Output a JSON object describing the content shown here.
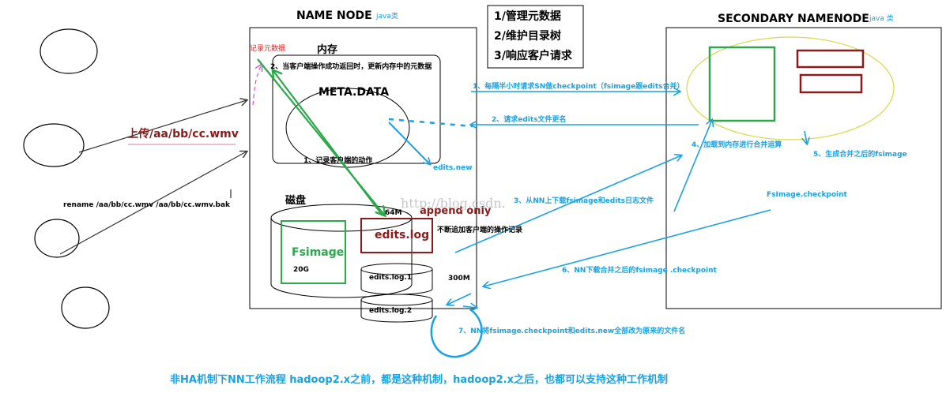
{
  "namenode": {
    "title": "NAME NODE",
    "title_tag": "java类",
    "memory_label": "内存",
    "meta_data": "META.DATA",
    "record_meta": "记录元数据",
    "step2_memory": "2、当客户端操作成功返回时，更新内存中的元数据",
    "step1_record": "1、记录客户端的动作",
    "edits_new": "edits.new",
    "disk_label": "磁盘",
    "fsimage": "Fsimage",
    "fsimage_size": "20G",
    "edits_log": "edits.log",
    "edits_log_size": "64M",
    "append_only": "append only",
    "append_desc": "不断追加客户端的操作记录",
    "edits_log1": "edits.log.1",
    "edits_log2": "edits.log.2",
    "size_300m": "300M"
  },
  "responsibilities": {
    "items": [
      "1/管理元数据",
      "2/维护目录树",
      "3/响应客户请求"
    ]
  },
  "secondary": {
    "title": "SECONDARY NAMENODE",
    "title_tag": "java 类",
    "checkpoint_file": "FsImage.checkpoint"
  },
  "clients": {
    "upload_path": "上传/aa/bb/cc.wmv",
    "rename_cmd": "rename /aa/bb/cc.wmv  /aa/bb/cc.wmv.bak"
  },
  "steps": {
    "s1": "1、每隔半小时请求SN做checkpoint（fsimage跟edits合并）",
    "s2": "2、请求edits文件更名",
    "s3": "3、从NN上下载fsimage和edits日志文件",
    "s4": "4、加载到内存进行合并运算",
    "s5": "5、生成合并之后的fsimage",
    "s6": "6、NN下载合并之后的fsimage .checkpoint",
    "s7": "7、NN将fsimage.checkpoint和edits.new全部改为原来的文件名"
  },
  "watermark": "http://blog.csdn.",
  "caption": "非HA机制下NN工作流程   hadoop2.x之前，都是这种机制，hadoop2.x之后，也都可以支持这种工作机制",
  "colors": {
    "blue": "#1ba1e2",
    "green": "#2aa84a",
    "maroon": "#8b1a1a",
    "red": "#e02020",
    "yellow_ellipse": "#d8d84a",
    "magenta_dash": "#cc33cc"
  }
}
